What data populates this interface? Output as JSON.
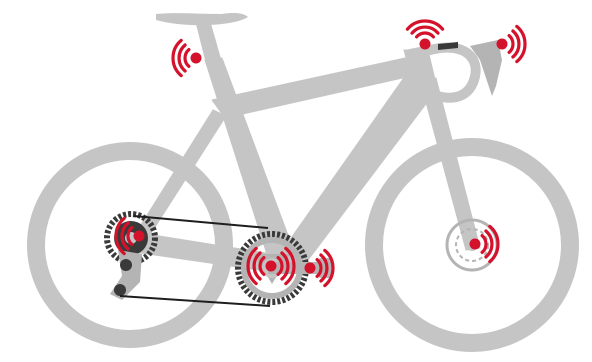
{
  "illustration": {
    "subject": "road-bike",
    "icon": "wireless-signal-icon",
    "colors": {
      "background": "#ffffff",
      "frame": "#c5c5c5",
      "frame_dark": "#b4b4b4",
      "drivetrain": "#3a3a3a",
      "chain": "#1e1e1e",
      "signal": "#d4122b"
    },
    "sensors": [
      {
        "id": "seatpost-sensor",
        "location": "seatpost"
      },
      {
        "id": "stem-sensor",
        "location": "stem"
      },
      {
        "id": "shifter-sensor",
        "location": "right-shifter"
      },
      {
        "id": "crank-sensor",
        "location": "crankset"
      },
      {
        "id": "pedal-sensor",
        "location": "pedal"
      },
      {
        "id": "rear-derailleur-sensor",
        "location": "rear-derailleur"
      },
      {
        "id": "front-hub-sensor",
        "location": "front-hub"
      }
    ]
  }
}
